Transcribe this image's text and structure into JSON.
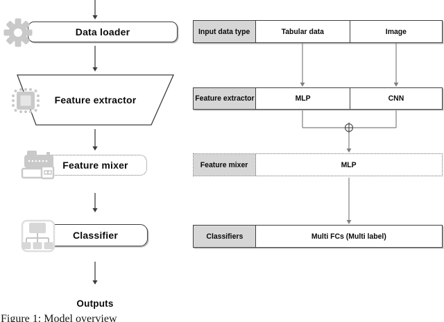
{
  "figure": {
    "caption": "Figure 1: Model overview",
    "outputs_label": "Outputs"
  },
  "flow": {
    "data_loader": "Data loader",
    "feature_extractor": "Feature extractor",
    "feature_mixer": "Feature mixer",
    "classifier": "Classifier"
  },
  "table": {
    "rows": [
      {
        "header": "Input data type",
        "cells": [
          "Tabular data",
          "Image"
        ]
      },
      {
        "header": "Feature extractor",
        "cells": [
          "MLP",
          "CNN"
        ]
      },
      {
        "header": "Feature mixer",
        "cells": [
          "MLP"
        ]
      },
      {
        "header": "Classifiers",
        "cells": [
          "Multi FCs (Multi label)"
        ]
      }
    ]
  },
  "icons": {
    "data_loader": "gear-icon",
    "feature_extractor": "chip-icon",
    "feature_mixer": "mixer-machine-icon",
    "classifier": "tree-hierarchy-icon",
    "merge_operator": "⊕"
  },
  "colors": {
    "header_fill": "#d6d6d6",
    "box_border": "#3f3f3f",
    "connector_gray": "#7f7f7f",
    "icon_gray": "#c9c9c9"
  }
}
